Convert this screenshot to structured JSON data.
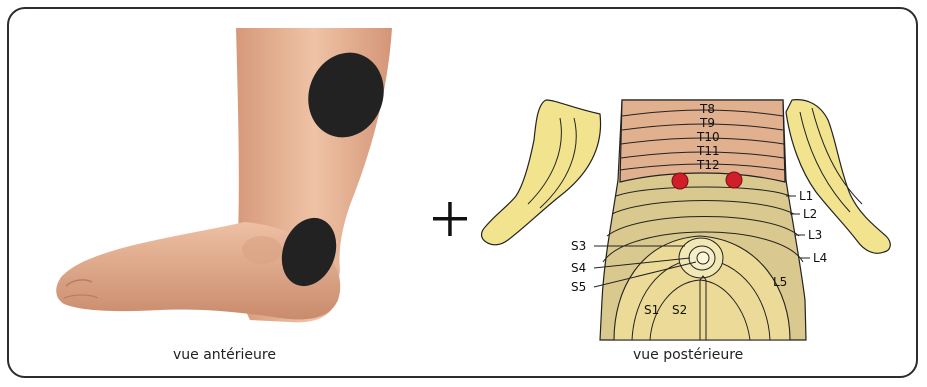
{
  "captions": {
    "left": "vue antérieure",
    "right": "vue postérieure"
  },
  "plus_symbol": "+",
  "thoracic_labels": [
    "T8",
    "T9",
    "T10",
    "T11",
    "T12"
  ],
  "lumbar_labels": [
    "L1",
    "L2",
    "L3",
    "L4",
    "L5"
  ],
  "sacral_labels": [
    "S3",
    "S4",
    "S5",
    "S1",
    "S2"
  ],
  "colors": {
    "skin": "#e8b79a",
    "electrode": "#222222",
    "thoracic_band": "#e0b08f",
    "lumbar_band": "#d9c98e",
    "limb": "#f2e38f",
    "electrode_point": "#d11f2a",
    "frame": "#2d2d2d"
  },
  "icons": [
    "plus-icon",
    "leg-illustration",
    "dermatome-map"
  ]
}
